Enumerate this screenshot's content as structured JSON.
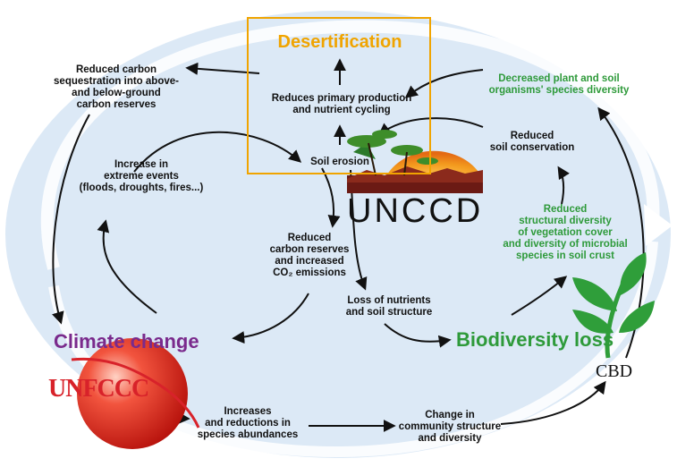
{
  "titles": {
    "desertification": "Desertification",
    "climate_change": "Climate change",
    "biodiversity_loss": "Biodiversity loss"
  },
  "logos": {
    "unccd": "UNCCD",
    "unfccc": "UNFCCC",
    "cbd": "CBD"
  },
  "nodes": {
    "reduced_carbon_seq": "Reduced carbon\nsequestration into above-\nand below-ground\ncarbon reserves",
    "reduces_primary": "Reduces primary production\nand nutrient cycling",
    "soil_erosion": "Soil erosion",
    "decreased_plant": "Decreased plant and soil\norganisms' species diversity",
    "reduced_soil_cons": "Reduced\nsoil conservation",
    "extreme_events": "Increase in\nextreme events\n(floods, droughts, fires...)",
    "reduced_carbon_reserves": "Reduced\ncarbon reserves\nand increased\nCO₂ emissions",
    "reduced_structural": "Reduced\nstructural diversity\nof vegetation cover\nand diversity of microbial\nspecies in soil crust",
    "loss_nutrients": "Loss of nutrients\nand soil structure",
    "increases_reductions": "Increases\nand reductions in\nspecies abundances",
    "change_community": "Change in\ncommunity structure\nand diversity"
  },
  "colors": {
    "background_ellipse": "#dce9f6",
    "desert_box": "#f0a400",
    "climate_text": "#7a2a8c",
    "biodiversity_text": "#2e9a3a",
    "unfccc_text": "#d8222a",
    "sphere": "#e52b1f",
    "cbd_leaf": "#2f9e3a"
  }
}
